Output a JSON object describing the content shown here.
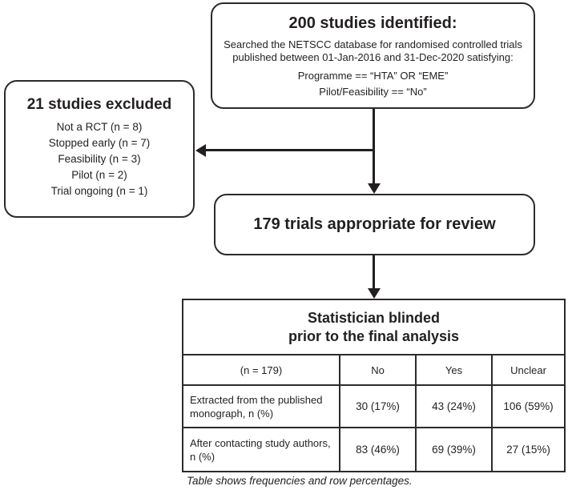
{
  "figure": {
    "background": "#ffffff",
    "line_color": "#231f20"
  },
  "flowchart": {
    "identified_box": {
      "title": "200 studies identified:",
      "desc_line1": "Searched the NETSCC database for randomised controlled trials",
      "desc_line2": "published between 01-Jan-2016 and 31-Dec-2020 satisfying:",
      "criterion1": "Programme == “HTA” OR “EME”",
      "criterion2": "Pilot/Feasibility == “No”"
    },
    "excluded_box": {
      "title": "21 studies excluded",
      "items": [
        "Not a RCT (n = 8)",
        "Stopped early (n = 7)",
        "Feasibility (n = 3)",
        "Pilot (n = 2)",
        "Trial ongoing (n = 1)"
      ]
    },
    "review_box": {
      "title": "179 trials appropriate for review"
    }
  },
  "table": {
    "title_line1": "Statistician blinded",
    "title_line2": "prior to the final analysis",
    "columns": [
      "(n = 179)",
      "No",
      "Yes",
      "Unclear"
    ],
    "rows": [
      {
        "label": "Extracted from the published monograph, n (%)",
        "no": "30 (17%)",
        "yes": "43 (24%)",
        "unclear": "106 (59%)"
      },
      {
        "label": "After contacting study authors, n (%)",
        "no": "83 (46%)",
        "yes": "69 (39%)",
        "unclear": "27 (15%)"
      }
    ],
    "caption": "Table shows frequencies and row percentages."
  }
}
